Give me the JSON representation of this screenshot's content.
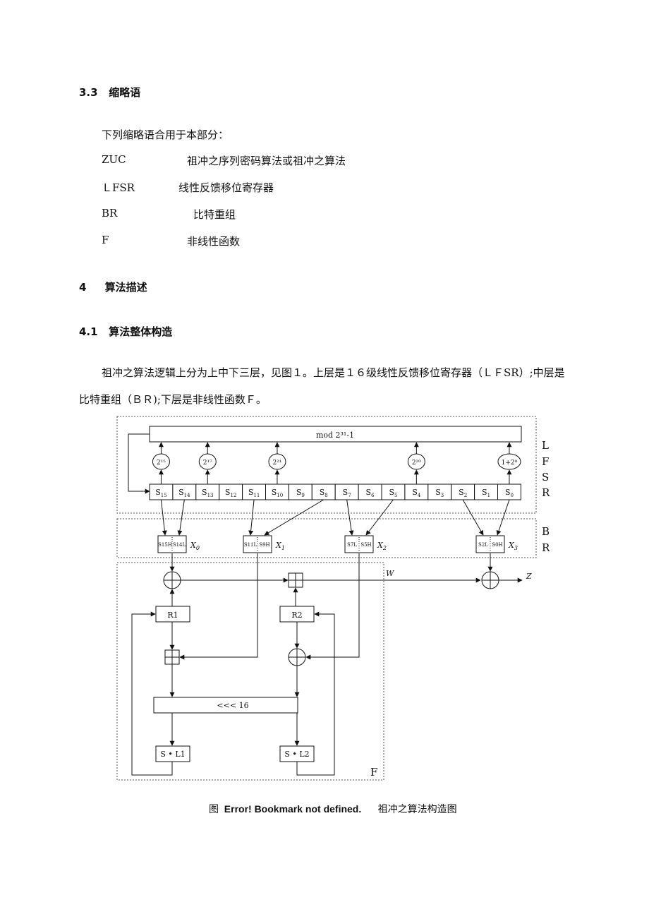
{
  "section33": {
    "num": "3.3",
    "title": "缩略语"
  },
  "intro": "下列缩略语合用于本部分：",
  "abbreviations": [
    {
      "term": "ZUC",
      "def": "祖冲之序列密码算法或祖冲之算法"
    },
    {
      "term": "ＬFSR",
      "def": "线性反馈移位寄存器"
    },
    {
      "term": "BR",
      "def": "比特重组"
    },
    {
      "term": "F",
      "def": "非线性函数"
    }
  ],
  "section4": {
    "num": "4",
    "title": "算法描述"
  },
  "section41": {
    "num": "4.1",
    "title": "算法整体构造"
  },
  "para1": "祖冲之算法逻辑上分为上中下三层，见图１。上层是１６级线性反馈移位寄存器（ＬＦSR）;中层是",
  "para2": "比特重组（ＢＲ);下层是非线性函数Ｆ。",
  "diagram": {
    "mod_label": "mod 2³¹-1",
    "lfsr_side": [
      "L",
      "F",
      "S",
      "R"
    ],
    "br_side": [
      "B",
      "R"
    ],
    "f_side": "F",
    "cells": [
      "S15",
      "S14",
      "S13",
      "S12",
      "S11",
      "S10",
      "S9",
      "S8",
      "S7",
      "S6",
      "S5",
      "S4",
      "S3",
      "S2",
      "S1",
      "S0"
    ],
    "coef": [
      "2¹⁵",
      "2¹⁷",
      "2²¹",
      "2²⁰",
      "1+2⁸"
    ],
    "x_labels": [
      "X0",
      "X1",
      "X2",
      "X3"
    ],
    "w_label": "W",
    "z_label": "Z",
    "r1": "R1",
    "r2": "R2",
    "rot_label": "<<< 16",
    "sl1": "S • L1",
    "sl2": "S • L2"
  },
  "caption": {
    "prefix": "图",
    "error": "Error! Bookmark not defined.",
    "title": "祖冲之算法构造图"
  }
}
